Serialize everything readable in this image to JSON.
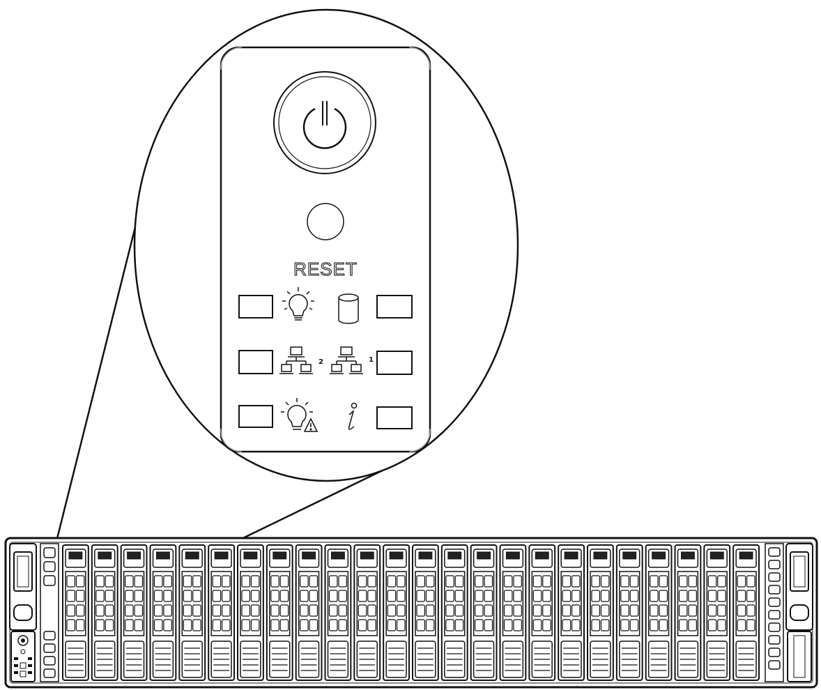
{
  "control_panel": {
    "reset_label": "RESET",
    "lan_port_2_label": "2",
    "lan_port_1_label": "1"
  },
  "chassis": {
    "drive_bay_count": 24
  }
}
